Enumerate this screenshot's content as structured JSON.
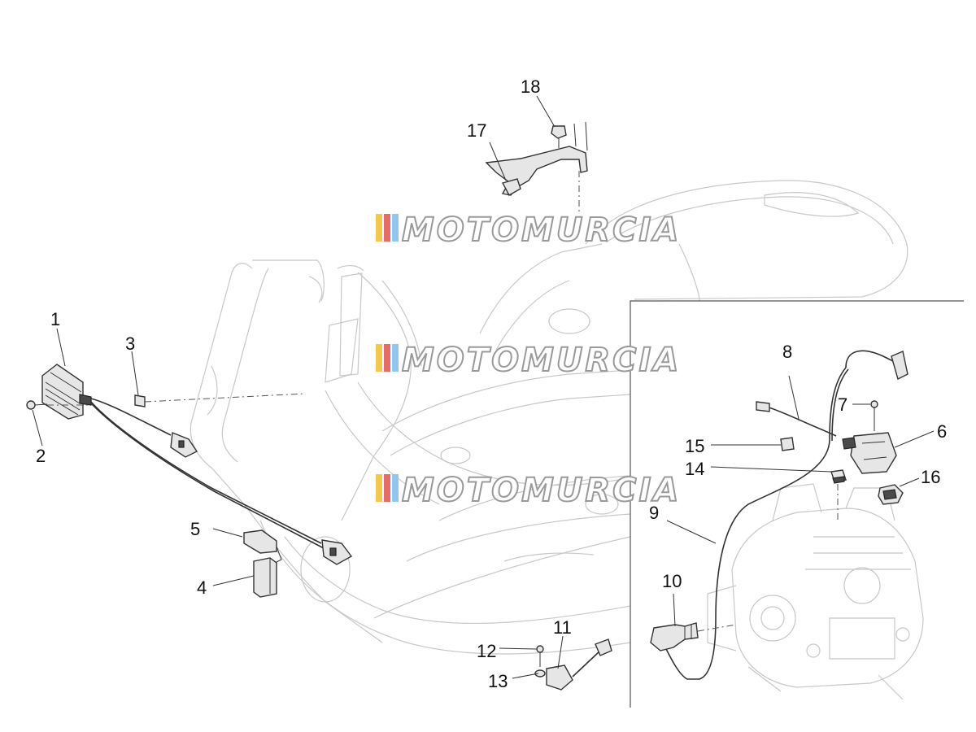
{
  "watermark": {
    "text": "MOTOMURCIA",
    "stripe_colors": [
      "#f2c94c",
      "#e86a6a",
      "#8fc7ef"
    ]
  },
  "callouts": [
    {
      "id": "1",
      "label": "1"
    },
    {
      "id": "2",
      "label": "2"
    },
    {
      "id": "3",
      "label": "3"
    },
    {
      "id": "4",
      "label": "4"
    },
    {
      "id": "5",
      "label": "5"
    },
    {
      "id": "6",
      "label": "6"
    },
    {
      "id": "7",
      "label": "7"
    },
    {
      "id": "8",
      "label": "8"
    },
    {
      "id": "9",
      "label": "9"
    },
    {
      "id": "10",
      "label": "10"
    },
    {
      "id": "11",
      "label": "11"
    },
    {
      "id": "12",
      "label": "12"
    },
    {
      "id": "13",
      "label": "13"
    },
    {
      "id": "14",
      "label": "14"
    },
    {
      "id": "15",
      "label": "15"
    },
    {
      "id": "16",
      "label": "16"
    },
    {
      "id": "17",
      "label": "17"
    },
    {
      "id": "18",
      "label": "18"
    }
  ]
}
